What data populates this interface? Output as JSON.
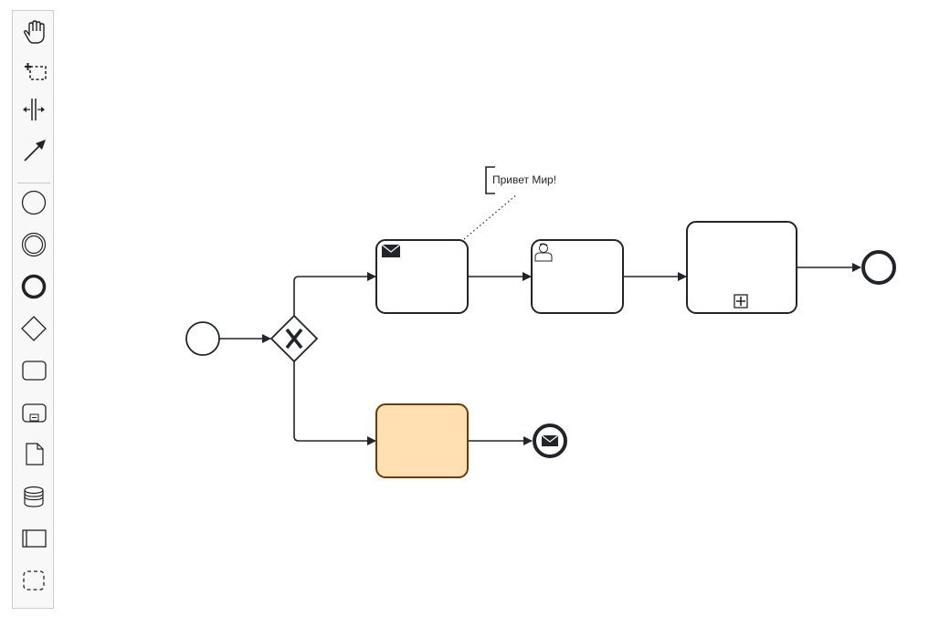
{
  "palette": {
    "tools": [
      {
        "name": "hand-tool",
        "icon": "hand-icon"
      },
      {
        "name": "lasso-tool",
        "icon": "lasso-icon"
      },
      {
        "name": "space-tool",
        "icon": "space-icon"
      },
      {
        "name": "global-connect-tool",
        "icon": "connect-arrow-icon"
      },
      {
        "name": "create-start-event",
        "icon": "start-event-icon"
      },
      {
        "name": "create-intermediate-event",
        "icon": "intermediate-event-icon"
      },
      {
        "name": "create-end-event",
        "icon": "end-event-icon"
      },
      {
        "name": "create-gateway",
        "icon": "gateway-icon"
      },
      {
        "name": "create-task",
        "icon": "task-icon"
      },
      {
        "name": "create-subprocess",
        "icon": "subprocess-icon"
      },
      {
        "name": "create-data-object",
        "icon": "data-object-icon"
      },
      {
        "name": "create-data-store",
        "icon": "data-store-icon"
      },
      {
        "name": "create-pool",
        "icon": "pool-icon"
      },
      {
        "name": "create-group",
        "icon": "group-icon"
      }
    ]
  },
  "diagram": {
    "annotation_text": "Привет Мир!",
    "colors": {
      "stroke": "#22242a",
      "highlight_fill": "#ffe0b2",
      "highlight_stroke": "#6b3c00"
    },
    "elements": [
      {
        "name": "start-event",
        "type": "startEvent"
      },
      {
        "name": "exclusive-gateway",
        "type": "exclusiveGateway"
      },
      {
        "name": "receive-task",
        "type": "receiveTask",
        "icon": "envelope-icon"
      },
      {
        "name": "user-task",
        "type": "userTask",
        "icon": "user-icon"
      },
      {
        "name": "collapsed-subprocess",
        "type": "subProcess",
        "icon": "plus-marker-icon"
      },
      {
        "name": "end-event",
        "type": "endEvent"
      },
      {
        "name": "highlighted-task",
        "type": "task"
      },
      {
        "name": "message-end-event",
        "type": "endEvent",
        "icon": "envelope-icon"
      }
    ]
  }
}
